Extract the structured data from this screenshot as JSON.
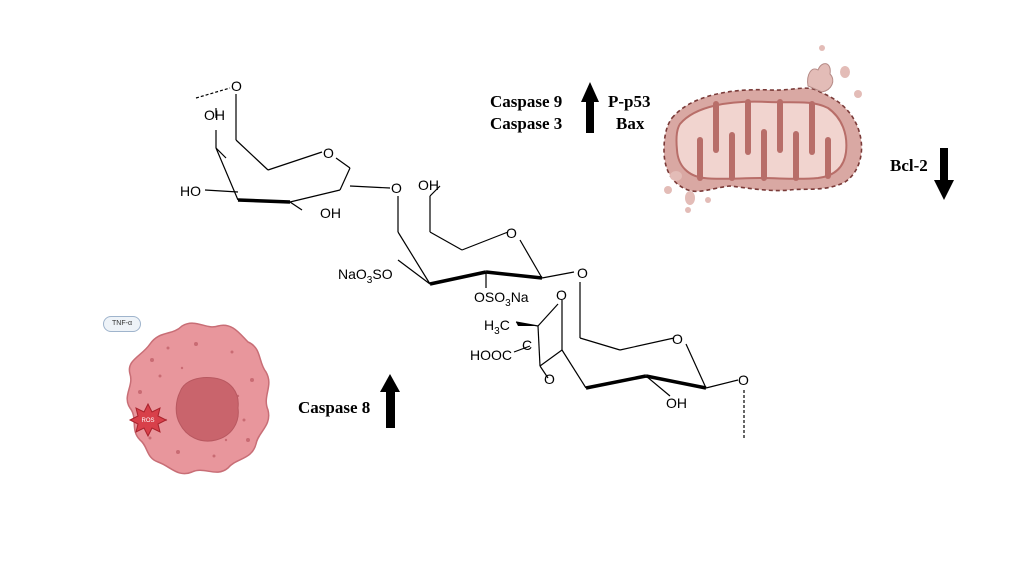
{
  "labels": {
    "caspase9": "Caspase 9",
    "caspase3": "Caspase 3",
    "pp53": "P-p53",
    "bax": "Bax",
    "bcl2": "Bcl-2",
    "caspase8": "Caspase 8",
    "tnf": "TNF-α",
    "ros": "ROS"
  },
  "arrows": {
    "caspase_9_3_p53_bax": "up",
    "bcl2": "down",
    "caspase8": "up"
  },
  "molecule": {
    "O_top": "O",
    "OH_ring1_top": "OH",
    "HO_ring1": "HO",
    "OH_ring1_bottom": "OH",
    "O_ring1": "O",
    "O_link1": "O",
    "OH_ring2_top": "OH",
    "O_ring2": "O",
    "NaO3SO_main": "NaO",
    "NaO3SO_sub": "3",
    "NaO3SO_tail": "SO",
    "OSO3Na_main": "OSO",
    "OSO3Na_sub": "3",
    "OSO3Na_tail": "Na",
    "O_link2": "O",
    "O_ring3_top": "O",
    "H3C_main": "H",
    "H3C_sub": "3",
    "H3C_tail": "C",
    "C_pyruvate": "C",
    "HOOC": "HOOC",
    "O_ring3_acetal": "O",
    "O_ring3": "O",
    "OH_ring3": "OH",
    "O_end": "O"
  },
  "colors": {
    "cell_fill": "#e8969c",
    "cell_stroke": "#c86e76",
    "nucleus_fill": "#c9646c",
    "ros_fill": "#d8404a",
    "mito_outer": "#d9a8a3",
    "mito_stroke": "#7a3a38",
    "mito_inner": "#b86e69",
    "mito_matrix": "#f1d4cf",
    "arrow": "#000000"
  }
}
